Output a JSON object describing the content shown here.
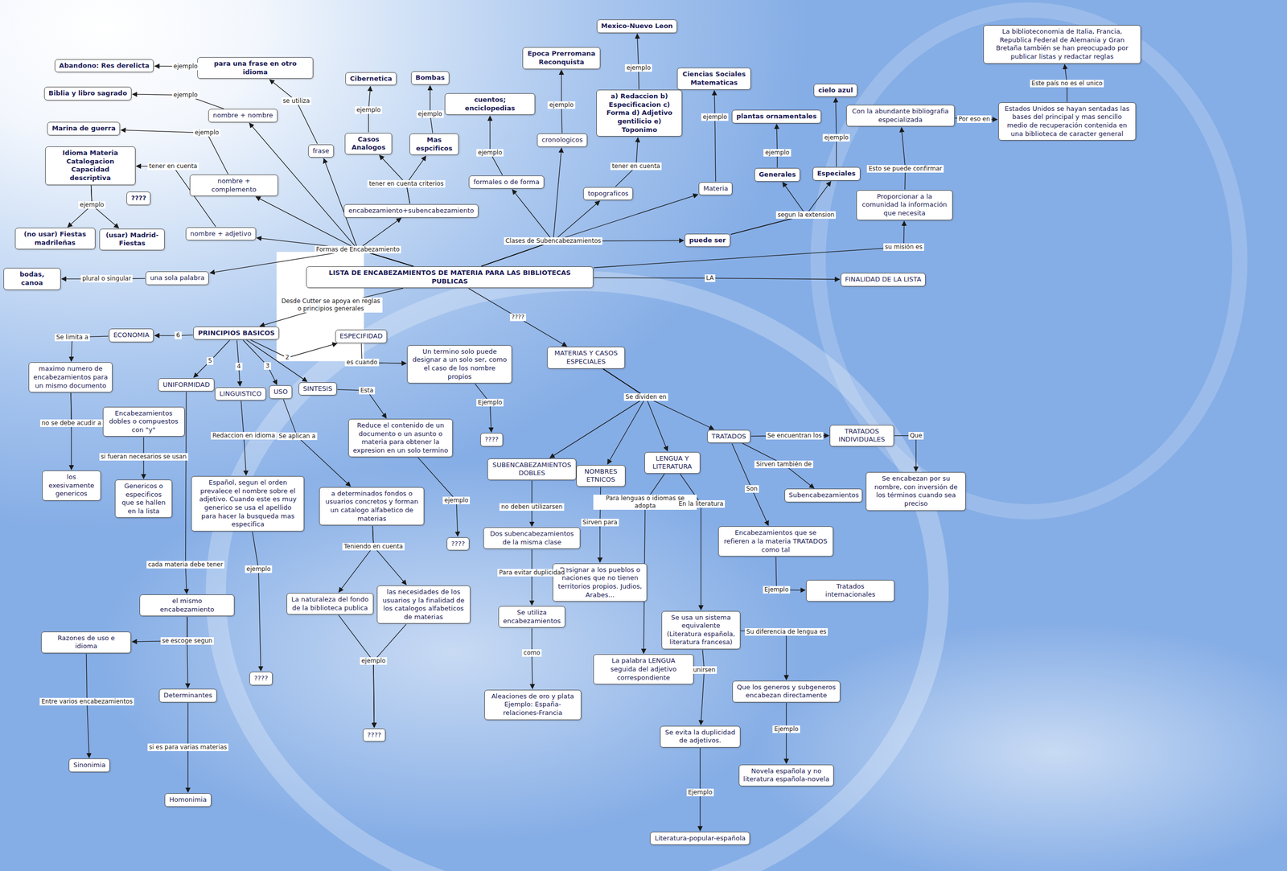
{
  "diagram": {
    "nodes": [
      {
        "text": [
          "LISTA DE ENCABEZAMIENTOS DE MATERIA PARA LAS BIBLIOTECAS PUBLICAS"
        ]
      },
      {
        "text": [
          "FINALIDAD DE LA LISTA"
        ]
      },
      {
        "text": [
          "Proporcionar a la comunidad la información que necesita"
        ]
      },
      {
        "text": [
          "Con la abundante bibliografia especializada"
        ]
      },
      {
        "text": [
          "Estados Unidos se hayan sentadas las bases del principal y mas sencillo medio de recuperación contenida en una biblioteca de caracter general"
        ]
      },
      {
        "text": [
          "La biblioteconomia de Italia, Francia, Republica Federal de Alemania y Gran Bretaña también se han preocupado por publicar listas y redactar reglas"
        ]
      },
      {
        "text": [
          "formales o de forma"
        ]
      },
      {
        "text": [
          "cuentos; enciclopedias"
        ]
      },
      {
        "text": [
          "cronologicos"
        ]
      },
      {
        "text": [
          "Epoca Prerromana Reconquista"
        ]
      },
      {
        "text": [
          "topograficos"
        ]
      },
      {
        "text": [
          "a) Redaccion b) Especificacion c) Forma d) Adjetivo gentilicio e) Toponimo"
        ]
      },
      {
        "text": [
          "Mexico-Nuevo Leon"
        ]
      },
      {
        "text": [
          "Materia"
        ]
      },
      {
        "text": [
          "Ciencias Sociales Matematicas"
        ]
      },
      {
        "text": [
          "puede ser"
        ]
      },
      {
        "text": [
          "Generales"
        ]
      },
      {
        "text": [
          "plantas ornamentales"
        ]
      },
      {
        "text": [
          "Especiales"
        ]
      },
      {
        "text": [
          "cielo azul"
        ]
      },
      {
        "text": [
          "una sola palabra"
        ]
      },
      {
        "text": [
          "bodas, canoa"
        ]
      },
      {
        "text": [
          "nombre + adjetivo"
        ]
      },
      {
        "text": [
          "Idioma Materia Catalogacion Capacidad descriptiva"
        ]
      },
      {
        "text": [
          "????"
        ]
      },
      {
        "text": [
          "(no usar) Fiestas madrileñas"
        ]
      },
      {
        "text": [
          "(usar) Madrid-Fiestas"
        ]
      },
      {
        "text": [
          "nombre + complemento"
        ]
      },
      {
        "text": [
          "Marina de guerra"
        ]
      },
      {
        "text": [
          "nombre + nombre"
        ]
      },
      {
        "text": [
          "Biblia y libro sagrado"
        ]
      },
      {
        "text": [
          "frase"
        ]
      },
      {
        "text": [
          "para una frase en otro idioma"
        ]
      },
      {
        "text": [
          "Abandono: Res derelicta"
        ]
      },
      {
        "text": [
          "encabezamiento+subencabezamiento"
        ]
      },
      {
        "text": [
          "Casos Analogos"
        ]
      },
      {
        "text": [
          "Cibernetica"
        ]
      },
      {
        "text": [
          "Mas espcificos"
        ]
      },
      {
        "text": [
          "Bombas"
        ]
      },
      {
        "text": [
          "MATERIAS Y CASOS ESPECIALES"
        ]
      },
      {
        "text": [
          "SUBENCABEZAMIENTOS DOBLES"
        ]
      },
      {
        "text": [
          "Dos subencabezamientos de la misma clase"
        ]
      },
      {
        "text": [
          "Se utiliza encabezamientos"
        ]
      },
      {
        "text": [
          "Aleaciones de oro y plata Ejemplo: España-relaciones-Francia"
        ]
      },
      {
        "text": [
          "NOMBRES ETNICOS"
        ]
      },
      {
        "text": [
          "Designar a los pueblos o naciones que no tienen territorios propios. Judios, Arabes..."
        ]
      },
      {
        "text": [
          "LENGUA Y LITERATURA"
        ]
      },
      {
        "text": [
          "La palabra LENGUA seguida del adjetivo correspondiente"
        ]
      },
      {
        "text": [
          "Se usa un sistema equivalente (Literatura española, literatura francesa)"
        ]
      },
      {
        "text": [
          "Se evita la duplicidad de adjetivos."
        ]
      },
      {
        "text": [
          "Literatura-popular-española"
        ]
      },
      {
        "text": [
          "Que los generos y subgeneros encabezan directamente"
        ]
      },
      {
        "text": [
          "Novela española y no literatura española-novela"
        ]
      },
      {
        "text": [
          "TRATADOS"
        ]
      },
      {
        "text": [
          "TRATADOS INDIVIDUALES"
        ]
      },
      {
        "text": [
          "Se encabezan por su nombre, con inversión de los términos cuando sea preciso"
        ]
      },
      {
        "text": [
          "Subencabezamientos"
        ]
      },
      {
        "text": [
          "Encabezamientos que se refieren a la materia TRATADOS como tal"
        ]
      },
      {
        "text": [
          "Tratados internacionales"
        ]
      },
      {
        "text": [
          "PRINCIPIOS BASICOS"
        ]
      },
      {
        "text": [
          "ESPECIFIDAD"
        ]
      },
      {
        "text": [
          "Un termino solo puede designar a un solo ser, como el caso de los nombre propios"
        ]
      },
      {
        "text": [
          "????"
        ]
      },
      {
        "text": [
          "SINTESIS"
        ]
      },
      {
        "text": [
          "Reduce el contenido de un documento o un asunto o materia para obtener la expresion en un solo termino"
        ]
      },
      {
        "text": [
          "????"
        ]
      },
      {
        "text": [
          "USO"
        ]
      },
      {
        "text": [
          "a determinados fondos o usuarios concretos y forman un catalogo alfabetico de materias"
        ]
      },
      {
        "text": [
          "La naturaleza del fondo de la biblioteca publica"
        ]
      },
      {
        "text": [
          "las necesidades de los usuarios y la finalidad de los catalogos alfabeticos de materias"
        ]
      },
      {
        "text": [
          "????"
        ]
      },
      {
        "text": [
          "LINGUISTICO"
        ]
      },
      {
        "text": [
          "Español, segun el orden prevalece el nombre sobre el adjetivo. Cuando este es muy generico se usa el apellido para hacer la busqueda mas especifica"
        ]
      },
      {
        "text": [
          "????"
        ]
      },
      {
        "text": [
          "UNIFORMIDAD"
        ]
      },
      {
        "text": [
          "el mismo encabezamiento"
        ]
      },
      {
        "text": [
          "Razones de uso e idioma"
        ]
      },
      {
        "text": [
          "Determinantes"
        ]
      },
      {
        "text": [
          "Homonimia"
        ]
      },
      {
        "text": [
          "Sinonimia"
        ]
      },
      {
        "text": [
          "ECONOMIA"
        ]
      },
      {
        "text": [
          "maximo numero de encabezamientos para un mismo documento"
        ]
      },
      {
        "text": [
          "Encabezamientos dobles o compuestos con \"y\""
        ]
      },
      {
        "text": [
          "los exesivamente genericos"
        ]
      },
      {
        "text": [
          "Genericos o especificos que se hallen en la lista"
        ]
      }
    ],
    "edges": [
      {
        "from": 0,
        "to": 1,
        "label": "LA",
        "arrow": "to"
      },
      {
        "from": 0,
        "to": 2,
        "label": "su misión es",
        "arrow": "to"
      },
      {
        "from": 2,
        "to": 3,
        "label": "Esto se puede confirmar",
        "arrow": "to"
      },
      {
        "from": 3,
        "to": 4,
        "label": "Por eso en",
        "arrow": "to"
      },
      {
        "from": 4,
        "to": 5,
        "label": "Este país no es el unico",
        "arrow": "to"
      },
      {
        "from": 0,
        "to": 15,
        "label": "Clases de Subencabezamientos",
        "arrow": "to"
      },
      {
        "from": 0,
        "to": 6,
        "arrow": "to"
      },
      {
        "from": 0,
        "to": 8,
        "arrow": "to"
      },
      {
        "from": 0,
        "to": 10,
        "arrow": "to"
      },
      {
        "from": 0,
        "to": 13,
        "arrow": "to"
      },
      {
        "from": 6,
        "to": 7,
        "label": "ejemplo",
        "arrow": "to"
      },
      {
        "from": 8,
        "to": 9,
        "label": "ejemplo",
        "arrow": "to"
      },
      {
        "from": 10,
        "to": 11,
        "label": "tener en cuenta",
        "arrow": "to"
      },
      {
        "from": 11,
        "to": 12,
        "label": "ejemplo",
        "arrow": "to"
      },
      {
        "from": 13,
        "to": 14,
        "label": "ejemplo",
        "arrow": "to"
      },
      {
        "from": 15,
        "to": 16,
        "label": "segun la extension",
        "arrow": "to"
      },
      {
        "from": 15,
        "to": 18,
        "arrow": "to"
      },
      {
        "from": 16,
        "to": 17,
        "label": "ejemplo",
        "arrow": "to"
      },
      {
        "from": 18,
        "to": 19,
        "label": "ejemplo",
        "arrow": "to"
      },
      {
        "from": 0,
        "to": 20,
        "label": "Formas de Encabezamiento",
        "arrow": "to"
      },
      {
        "from": 0,
        "to": 22,
        "arrow": "to"
      },
      {
        "from": 0,
        "to": 27,
        "arrow": "to"
      },
      {
        "from": 0,
        "to": 29,
        "arrow": "to"
      },
      {
        "from": 0,
        "to": 31,
        "arrow": "to"
      },
      {
        "from": 0,
        "to": 34,
        "arrow": "to"
      },
      {
        "from": 20,
        "to": 21,
        "label": "plural o singular",
        "arrow": "to"
      },
      {
        "from": 22,
        "to": 23,
        "label": "tener en cuenta",
        "arrow": "to"
      },
      {
        "from": 23,
        "to": 25,
        "label": "ejemplo",
        "arrow": "to"
      },
      {
        "from": 23,
        "to": 26,
        "arrow": "to"
      },
      {
        "from": 27,
        "to": 28,
        "label": "ejemplo",
        "arrow": "to"
      },
      {
        "from": 29,
        "to": 30,
        "label": "ejemplo",
        "arrow": "to"
      },
      {
        "from": 31,
        "to": 32,
        "label": "se utiliza",
        "arrow": "to"
      },
      {
        "from": 32,
        "to": 33,
        "label": "ejemplo",
        "arrow": "to"
      },
      {
        "from": 34,
        "to": 35,
        "label": "tener en cuenta criterios",
        "arrow": "to"
      },
      {
        "from": 34,
        "to": 37,
        "arrow": "to"
      },
      {
        "from": 35,
        "to": 36,
        "label": "ejemplo",
        "arrow": "to"
      },
      {
        "from": 37,
        "to": 38,
        "label": "ejemplo",
        "arrow": "to"
      },
      {
        "from": 0,
        "to": 39,
        "label": "????",
        "arrow": "to"
      },
      {
        "from": 39,
        "to": 40,
        "label": "Se dividen en",
        "arrow": "to"
      },
      {
        "from": 39,
        "to": 44,
        "arrow": "to"
      },
      {
        "from": 39,
        "to": 46,
        "arrow": "to"
      },
      {
        "from": 39,
        "to": 53,
        "arrow": "to"
      },
      {
        "from": 40,
        "to": 41,
        "label": "no deben utilizarsen",
        "arrow": "to"
      },
      {
        "from": 41,
        "to": 42,
        "label": "Para evitar duplicidad",
        "arrow": "to"
      },
      {
        "from": 42,
        "to": 43,
        "label": "como",
        "arrow": "to"
      },
      {
        "from": 44,
        "to": 45,
        "label": "Sirven para",
        "arrow": "to"
      },
      {
        "from": 46,
        "to": 47,
        "label": "Para lenguas o idiomas se adopta",
        "arrow": "to"
      },
      {
        "from": 46,
        "to": 48,
        "label": "En la literatura",
        "arrow": "to"
      },
      {
        "from": 48,
        "to": 49,
        "label": "unirsen",
        "arrow": "to"
      },
      {
        "from": 49,
        "to": 50,
        "label": "Ejemplo",
        "arrow": "to"
      },
      {
        "from": 48,
        "to": 51,
        "label": "Su diferencia de lengua es",
        "arrow": "to"
      },
      {
        "from": 51,
        "to": 52,
        "label": "Ejemplo",
        "arrow": "to"
      },
      {
        "from": 53,
        "to": 54,
        "label": "Se encuentran los",
        "arrow": "to"
      },
      {
        "from": 54,
        "to": 55,
        "label": "Que",
        "arrow": "to"
      },
      {
        "from": 53,
        "to": 56,
        "label": "Sirven también de",
        "arrow": "to"
      },
      {
        "from": 53,
        "to": 57,
        "label": "Son",
        "arrow": "to"
      },
      {
        "from": 57,
        "to": 58,
        "label": "Ejemplo",
        "arrow": "to"
      },
      {
        "from": 0,
        "to": 59,
        "label": "Desde Cutter se apoya en reglas o principios generales",
        "arrow": "to"
      },
      {
        "from": 59,
        "to": 60,
        "label": "2",
        "arrow": "to"
      },
      {
        "from": 60,
        "to": 61,
        "label": "es cuando",
        "arrow": "to"
      },
      {
        "from": 61,
        "to": 62,
        "label": "Ejemplo",
        "arrow": "to"
      },
      {
        "from": 59,
        "to": 63,
        "arrow": "to"
      },
      {
        "from": 63,
        "to": 64,
        "label": "Esta",
        "arrow": "to"
      },
      {
        "from": 64,
        "to": 65,
        "label": "ejemplo",
        "arrow": "to"
      },
      {
        "from": 59,
        "to": 66,
        "label": "3",
        "arrow": "to"
      },
      {
        "from": 66,
        "to": 67,
        "label": "Se aplican a",
        "arrow": "to"
      },
      {
        "from": 67,
        "to": 68,
        "label": "Teniendo en cuenta",
        "arrow": "to"
      },
      {
        "from": 67,
        "to": 69,
        "arrow": "to"
      },
      {
        "from": 68,
        "to": 70,
        "label": "ejemplo",
        "arrow": "to"
      },
      {
        "from": 69,
        "to": 70,
        "arrow": "to"
      },
      {
        "from": 59,
        "to": 71,
        "label": "4",
        "arrow": "to"
      },
      {
        "from": 71,
        "to": 72,
        "label": "Redaccion en idioma",
        "arrow": "to"
      },
      {
        "from": 72,
        "to": 73,
        "label": "ejemplo",
        "arrow": "to"
      },
      {
        "from": 59,
        "to": 74,
        "label": "5",
        "arrow": "to"
      },
      {
        "from": 74,
        "to": 75,
        "label": "cada materia debe tener",
        "arrow": "to"
      },
      {
        "from": 75,
        "to": 76,
        "label": "se escoge segun",
        "arrow": "to"
      },
      {
        "from": 75,
        "to": 77,
        "arrow": "to"
      },
      {
        "from": 77,
        "to": 78,
        "label": "si es para varias materias",
        "arrow": "to"
      },
      {
        "from": 76,
        "to": 79,
        "label": "Entre varios encabezamientos",
        "arrow": "to"
      },
      {
        "from": 59,
        "to": 80,
        "label": "6",
        "arrow": "to"
      },
      {
        "from": 80,
        "to": 81,
        "label": "Se limita a",
        "arrow": "to"
      },
      {
        "from": 81,
        "to": 82,
        "label": "no se debe acudir a",
        "arrow": "to"
      },
      {
        "from": 81,
        "to": 83,
        "arrow": "to"
      },
      {
        "from": 82,
        "to": 84,
        "label": "si fueran necesarios se usan",
        "arrow": "to"
      }
    ]
  }
}
